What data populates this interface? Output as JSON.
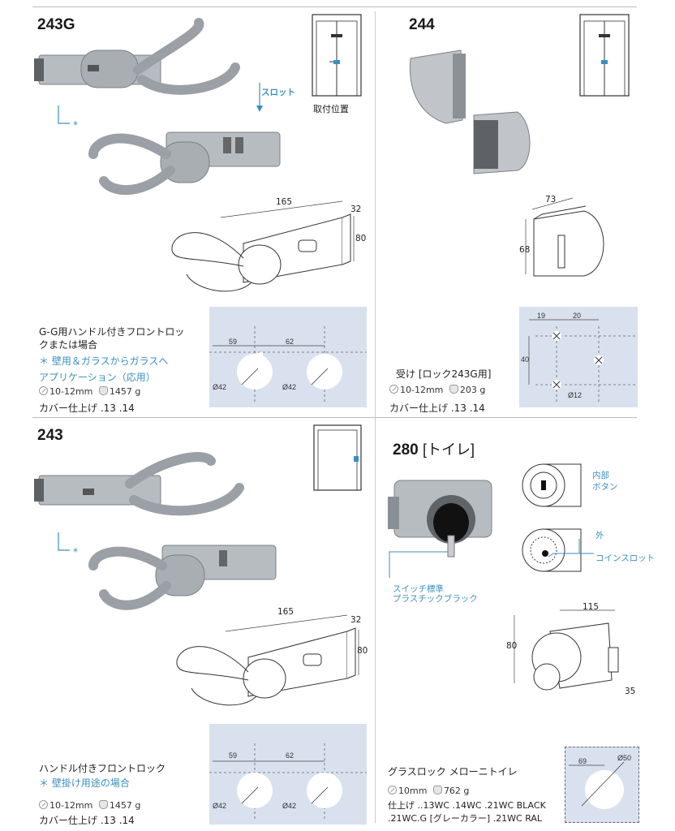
{
  "colors": {
    "accent": "#3b8fbf",
    "panel": "#d9e1ee",
    "metal": "#a9aeb3"
  },
  "s243g": {
    "title": "243G",
    "slot_label": "スロット",
    "position_label": "取付位置",
    "dim_w": "165",
    "dim_d": "32",
    "dim_h": "80",
    "desc1": "G-G用ハンドル付きフロントロッ",
    "desc2": "クまたは場合",
    "note1": "＊ 壁用＆ガラスからガラスへ",
    "note2": "アプリケーション（応用）",
    "spec_glass": "10-12mm",
    "spec_weight": "1457 g",
    "finish": "カバー仕上げ .13 .14",
    "panel": {
      "d1": "59",
      "d2": "62",
      "h1": "Ø42",
      "h2": "Ø42"
    }
  },
  "s244": {
    "title": "244",
    "dim_w": "73",
    "dim_h": "68",
    "desc": "受け [ロック243G用]",
    "spec_glass": "10-12mm",
    "spec_weight": "203 g",
    "finish": "カバー仕上げ .13 .14",
    "panel": {
      "d1": "19",
      "d2": "20",
      "h": "40",
      "hole": "Ø12"
    }
  },
  "s243": {
    "title": "243",
    "dim_w": "165",
    "dim_d": "32",
    "dim_h": "80",
    "desc": "ハンドル付きフロントロック",
    "note": "＊ 壁掛け用途の場合",
    "spec_glass": "10-12mm",
    "spec_weight": "1457 g",
    "finish": "カバー仕上げ .13 .14",
    "panel": {
      "d1": "59",
      "d2": "62",
      "h1": "Ø42",
      "h2": "Ø42"
    }
  },
  "s280": {
    "title": "280",
    "subtitle": "[トイレ]",
    "inner_label1": "内部",
    "inner_label2": "ボタン",
    "outer_label": "外",
    "coin_label": "コインスロット",
    "switch_label1": "スイッチ標準",
    "switch_label2": "プラスチックブラック",
    "dim_w": "115",
    "dim_h": "80",
    "dim_d": "35",
    "desc": "グラスロック メローニトイレ",
    "spec_glass": "10mm",
    "spec_weight": "762 g",
    "finish1": "仕上げ ..13WC .14WC .21WC BLACK",
    "finish2": ".21WC.G [グレーカラー] .21WC RAL",
    "panel": {
      "d1": "69",
      "hole": "Ø50"
    }
  }
}
